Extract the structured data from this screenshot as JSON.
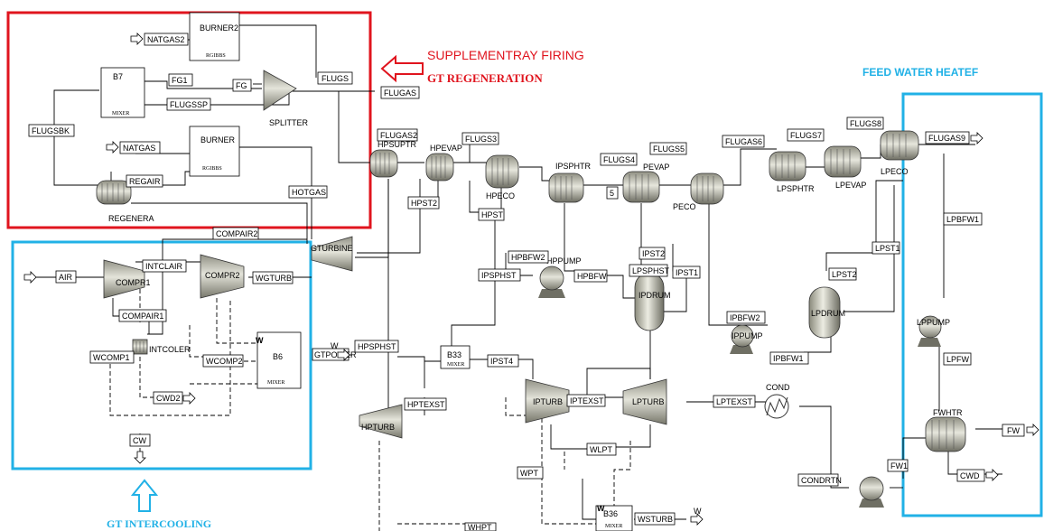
{
  "callouts": {
    "supplementary_firing": "SUPPLEMENTRAY FIRING",
    "gt_regeneration": "GT REGENERATION",
    "feed_water_heater": "FEED WATER HEATEF",
    "gt_intercooling": "GT INTERCOOLING"
  },
  "blocks": {
    "burner2": "BURNER2",
    "burner2_sub": "RGIBBS",
    "b7": "B7",
    "b7_sub": "MIXER",
    "splitter": "SPLITTER",
    "burner": "BURNER",
    "burner_sub": "RGIBBS",
    "regenera": "REGENERA",
    "gturbine": "GTURBINE",
    "compr1": "COMPR1",
    "compr2": "COMPR2",
    "intcoler": "INTCOLER",
    "b6": "B6",
    "b6_sub": "MIXER",
    "b6_w": "W",
    "hpsuptr": "HPSUPTR",
    "hpevap": "HPEVAP",
    "hpeco": "HPECO",
    "ipsphtr": "IPSPHTR",
    "ipevap": "PEVAP",
    "ipeco": "PECO",
    "lpsphtr": "LPSPHTR",
    "lpevap": "LPEVAP",
    "lpeco": "LPECO",
    "hppump": "HPPUMP",
    "ipdrum": "IPDRUM",
    "ippump": "IPPUMP",
    "lpdrum": "LPDRUM",
    "lppump": "LPPUMP",
    "b33": "B33",
    "b33_sub": "MIXER",
    "hpturb": "HPTURB",
    "ipturb": "IPTURB",
    "lpturb": "LPTURB",
    "cond": "COND",
    "fwhtr": "FWHTR",
    "b36": "B36",
    "b36_sub": "MIXER",
    "b36_w": "W"
  },
  "streams": {
    "natgas2": "NATGAS2",
    "fg1": "FG1",
    "fg": "FG",
    "flugs": "FLUGS",
    "flugssp": "FLUGSSP",
    "flugsbk": "FLUGSBK",
    "natgas": "NATGAS",
    "regair": "REGAIR",
    "hotgas": "HOTGAS",
    "flugas": "FLUGAS",
    "compair2": "COMPAIR2",
    "air": "AIR",
    "intclair": "INTCLAIR",
    "wgturb": "WGTURB",
    "compair1": "COMPAIR1",
    "wcomp1": "WCOMP1",
    "wcomp2": "WCOMP2",
    "cwd2": "CWD2",
    "cw": "CW",
    "gtpower": "GTPOWER",
    "gtpower_w": "W",
    "flugas2": "FLUGAS2",
    "flugs3": "FLUGS3",
    "flugs4": "FLUGS4",
    "flugs5": "FLUGS5",
    "flugas6": "FLUGAS6",
    "flugs7": "FLUGS7",
    "flugs8": "FLUGS8",
    "flugas9": "FLUGAS9",
    "hpst2": "HPST2",
    "hpst": "HPST",
    "s5": "5",
    "hpbfw2": "HPBFW2",
    "hpbfw": "HPBFW",
    "ipsphst": "IPSPHST",
    "lpsphst": "LPSPHST",
    "ipst2": "IPST2",
    "ipst1": "IPST1",
    "ipbfw2": "IPBFW2",
    "ipbfw1": "IPBFW1",
    "lpst2": "LPST2",
    "lpst1": "LPST1",
    "lpbfw1": "LPBFW1",
    "lpfw": "LPFW",
    "hpsphst": "HPSPHST",
    "hptexst": "HPTEXST",
    "iptexst": "IPTEXST",
    "ipst4": "IPST4",
    "lptexst": "LPTEXST",
    "wlpt": "WLPT",
    "wpt": "WPT",
    "whpt": "WHPT",
    "wsturb": "WSTURB",
    "wsturb_w": "W",
    "condrtn": "CONDRTN",
    "fw1": "FW1",
    "fw": "FW",
    "cwd": "CWD"
  },
  "colors": {
    "red_box": "#e0141e",
    "cyan_box": "#21b1e6",
    "equipment": "#b8b8a8"
  }
}
